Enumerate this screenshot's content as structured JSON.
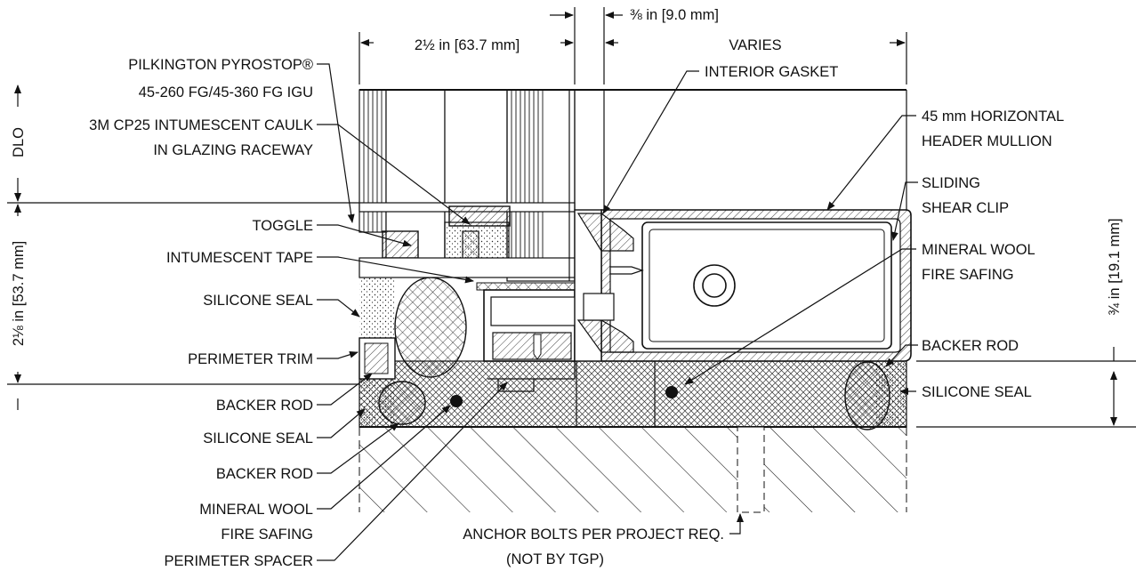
{
  "dimensions": {
    "sightline": "2½ in [63.7 mm]",
    "setback": "⅜ in [9.0 mm]",
    "varies": "VARIES",
    "dlo": "DLO",
    "height_left": "2⅛ in [53.7 mm]",
    "height_right": "¾ in [19.1 mm]"
  },
  "callouts_left": [
    {
      "line1": "PILKINGTON PYROSTOP®",
      "line2": "45-260 FG/45-360 FG IGU"
    },
    {
      "line1": "3M CP25 INTUMESCENT CAULK",
      "line2": "IN GLAZING RACEWAY"
    },
    {
      "line1": "TOGGLE"
    },
    {
      "line1": "INTUMESCENT TAPE"
    },
    {
      "line1": "SILICONE SEAL"
    },
    {
      "line1": "PERIMETER TRIM"
    },
    {
      "line1": "BACKER ROD"
    },
    {
      "line1": "SILICONE SEAL"
    },
    {
      "line1": "BACKER ROD"
    },
    {
      "line1": "MINERAL WOOL",
      "line2": "FIRE SAFING"
    },
    {
      "line1": "PERIMETER SPACER"
    }
  ],
  "callouts_right": [
    {
      "line1": "INTERIOR GASKET"
    },
    {
      "line1": "45 mm HORIZONTAL",
      "line2": "HEADER MULLION"
    },
    {
      "line1": "SLIDING",
      "line2": "SHEAR CLIP"
    },
    {
      "line1": "MINERAL WOOL",
      "line2": "FIRE SAFING"
    },
    {
      "line1": "BACKER ROD"
    },
    {
      "line1": "SILICONE SEAL"
    }
  ],
  "anchor_note": {
    "line1": "ANCHOR BOLTS PER PROJECT REQ.",
    "line2": "(NOT BY TGP)"
  }
}
